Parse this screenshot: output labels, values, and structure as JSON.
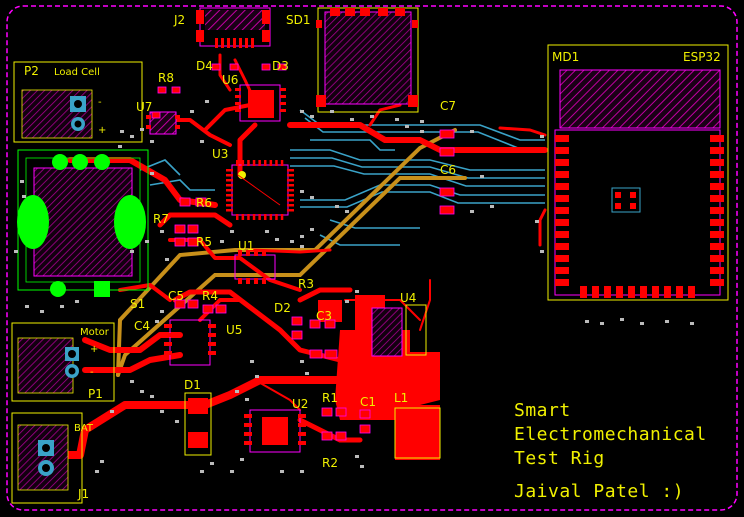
{
  "board": {
    "title_lines": [
      "Smart",
      "Electromechanical",
      "Test Rig"
    ],
    "author": "Jaival Patel :)"
  },
  "designators": {
    "J2": "J2",
    "SD1": "SD1",
    "D4": "D4",
    "D3": "D3",
    "U6": "U6",
    "R8": "R8",
    "U7": "U7",
    "U3": "U3",
    "C7": "C7",
    "C6": "C6",
    "MD1": "MD1",
    "R6": "R6",
    "R7": "R7",
    "R5": "R5",
    "U1": "U1",
    "R3": "R3",
    "S1": "S1",
    "C5": "C5",
    "R4": "R4",
    "D2": "D2",
    "C3": "C3",
    "U4": "U4",
    "C4": "C4",
    "U5": "U5",
    "P1": "P1",
    "D1": "D1",
    "U2": "U2",
    "R1": "R1",
    "C1": "C1",
    "L1": "L1",
    "R2": "R2",
    "J1": "J1",
    "P2": "P2"
  },
  "connector_labels": {
    "p2_desc": "Load Cell",
    "motor": "Motor",
    "bat": "BAT",
    "esp32": "ESP32"
  },
  "polarity": {
    "p2_minus": "-",
    "p2_plus": "+",
    "p1_plus": "+",
    "p1_minus": "-"
  },
  "colors": {
    "background": "#000000",
    "board_outline": "#ff00ff",
    "top_copper": "#ff0000",
    "bottom_copper": "#3aa3c8",
    "power_trace": "#c8901a",
    "silkscreen": "#f0f000",
    "plated_hole": "#00ff00",
    "keepout_hatch": "#c000a0"
  },
  "icons": {
    "mounting_holes": "green-plated-pad-icon",
    "vias": "via-icon"
  }
}
